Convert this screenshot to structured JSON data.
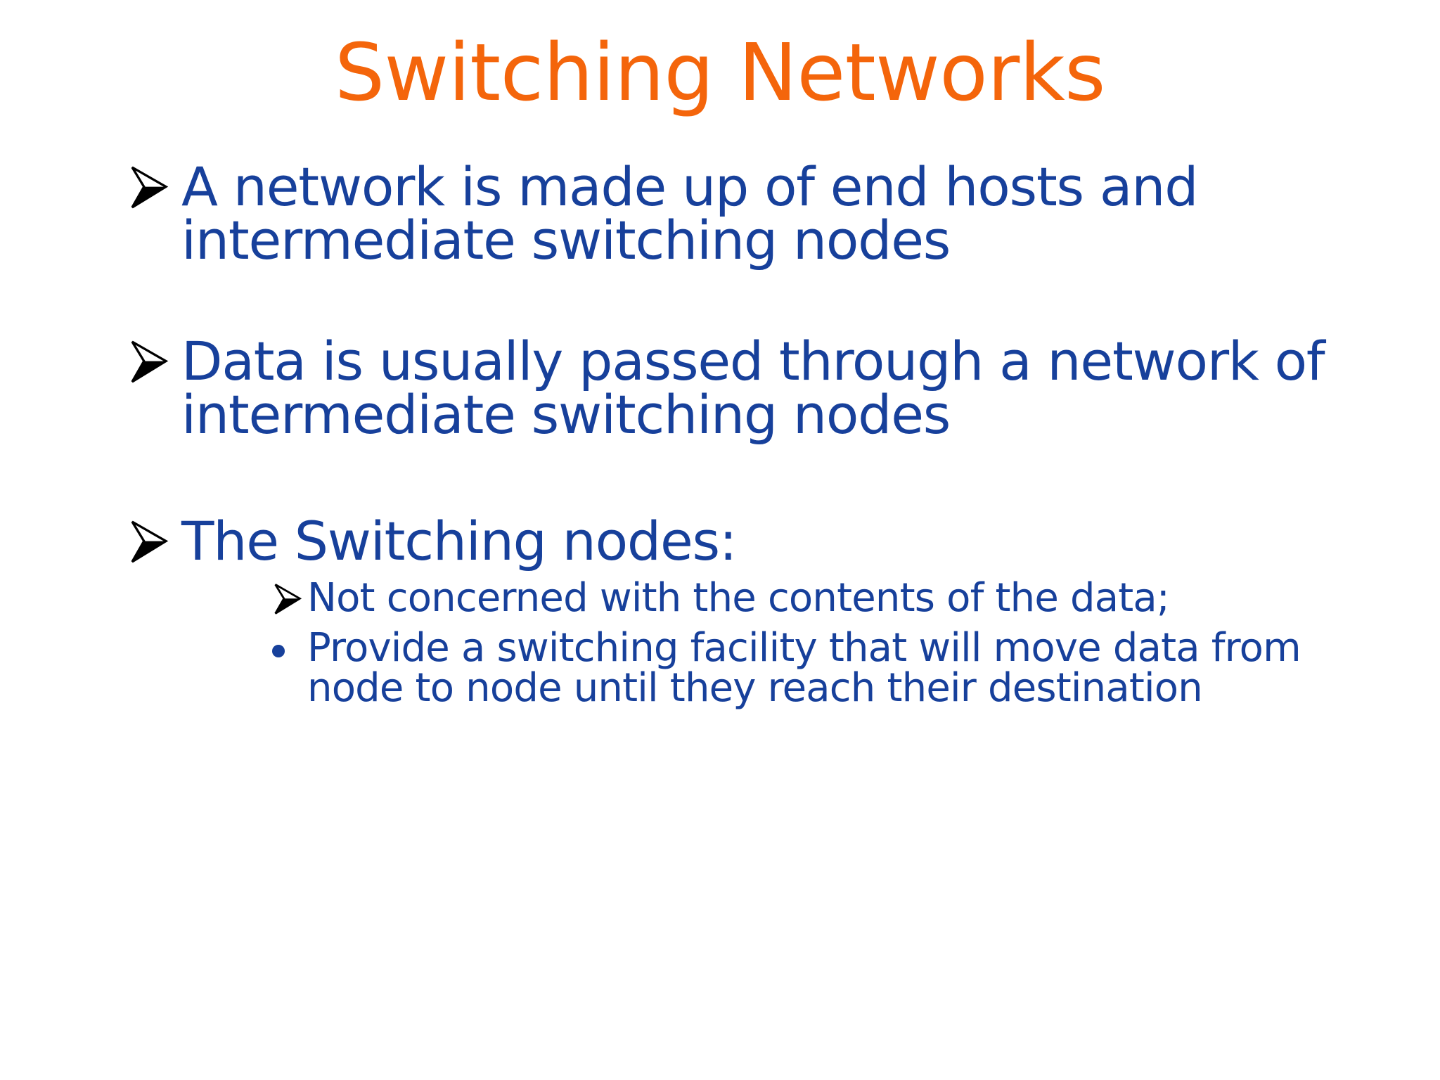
{
  "slide": {
    "title": "Switching Networks",
    "title_color": "#F4650B",
    "body_color": "#17409B",
    "background_color": "#FFFFFF",
    "marker_color_level1": "#000000",
    "marker_color_level2": "#17409B",
    "bullets": [
      {
        "level": 1,
        "marker": "arrowhead-bullet-icon",
        "text": "A network is made up of end hosts and intermediate switching nodes"
      },
      {
        "level": 1,
        "marker": "arrowhead-bullet-icon",
        "text": "Data is usually passed through a network of intermediate switching nodes"
      },
      {
        "level": 1,
        "marker": "arrowhead-bullet-icon",
        "text": "The Switching nodes:"
      },
      {
        "level": 2,
        "marker": "arrowhead-bullet-icon",
        "text": "Not concerned with the contents of the data;"
      },
      {
        "level": 2,
        "marker": "round-bullet-icon",
        "text": "Provide a switching facility that will move data from node to node until they reach their destination"
      }
    ]
  }
}
